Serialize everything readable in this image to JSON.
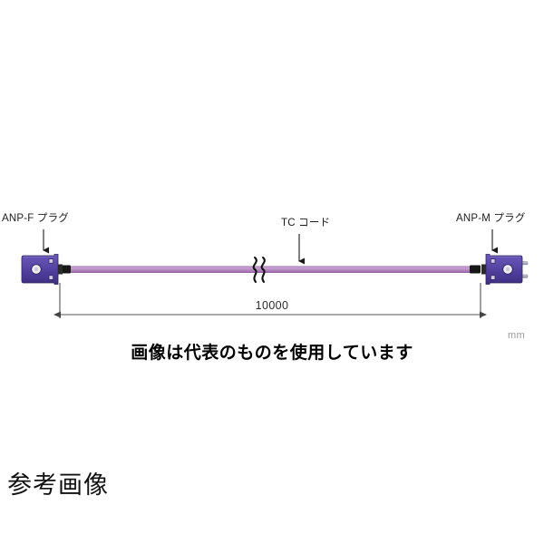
{
  "diagram": {
    "title_note": "画像は代表のものを使用しています",
    "reference_caption": "参考画像",
    "unit_label": "mm",
    "dimension": {
      "value": "10000",
      "unit": "mm"
    },
    "labels": {
      "left_plug": "ANP-F プラグ",
      "cable": "TC コード",
      "right_plug": "ANP-M プラグ"
    },
    "colors": {
      "plug_body": "#5b4aa8",
      "plug_body_dark": "#3d2f7d",
      "plug_highlight": "#7a6ac4",
      "cable_core": "#b98fc4",
      "cable_edge": "#8e5f9c",
      "strain_relief": "#1a1a1a",
      "dimension_line": "#555555",
      "prong": "#b9b9c4",
      "background": "#ffffff",
      "text": "#1c1c1c",
      "unit_text": "#9a9a9a"
    },
    "icons": {
      "left_leader": "down-arrow-icon",
      "cable_leader": "down-arrow-icon",
      "right_leader": "down-arrow-icon",
      "break_symbol": "cable-break-icon"
    }
  }
}
